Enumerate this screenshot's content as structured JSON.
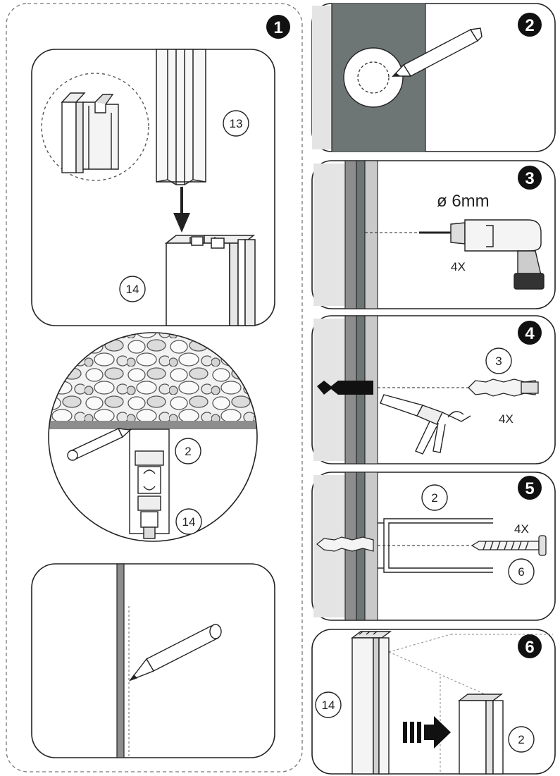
{
  "steps": [
    {
      "number": "1"
    },
    {
      "number": "2"
    },
    {
      "number": "3"
    },
    {
      "number": "4"
    },
    {
      "number": "5"
    },
    {
      "number": "6"
    }
  ],
  "step1": {
    "top_part": "13",
    "bottom_part": "14",
    "detail_part_a": "2",
    "detail_part_b": "14"
  },
  "step3": {
    "drill_size": "ø 6mm",
    "count": "4X"
  },
  "step4": {
    "part": "3",
    "count": "4X"
  },
  "step5": {
    "part_a": "2",
    "count": "4X",
    "part_b": "6"
  },
  "step6": {
    "part_a": "14",
    "part_b": "2"
  },
  "colors": {
    "wall": "#6e7675",
    "wall_light": "#e4e4e4",
    "line": "#222222",
    "badge": "#111111"
  }
}
